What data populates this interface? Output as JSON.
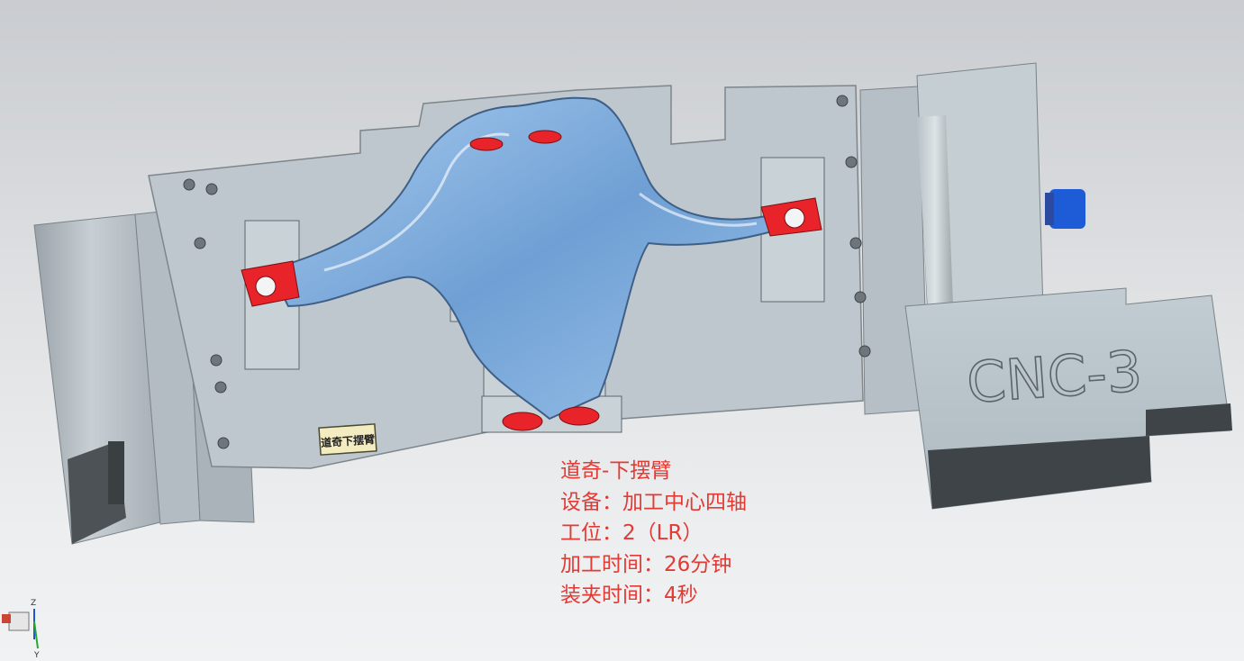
{
  "part_label_plate": "道奇下摆臂",
  "station_block_text": "CNC-3",
  "annotation": {
    "line1": "道奇-下摆臂",
    "line2": "设备：加工中心四轴",
    "line3": "工位：2（LR）",
    "line4": "加工时间：26分钟",
    "line5": "装夹时间：4秒"
  },
  "triad": {
    "z": "Z",
    "y": "Y"
  },
  "colors": {
    "background_top": "#c9ccd0",
    "plate": "#b7c2c9",
    "part_blue": "#7fb0e0",
    "machined_red": "#e8232a",
    "annotation_red": "#e23a34",
    "connector_blue": "#1e5bd6"
  }
}
